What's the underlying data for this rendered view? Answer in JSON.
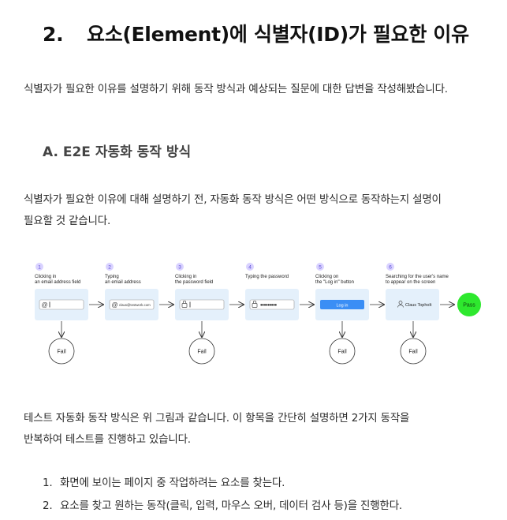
{
  "heading": {
    "number": "2.",
    "title": "요소(Element)에 식별자(ID)가 필요한 이유"
  },
  "intro": "식별자가 필요한 이유를 설명하기 위해 동작 방식과 예상되는 질문에 대한 답변을 작성해봤습니다.",
  "subheading": "A. E2E 자동화 동작 방식",
  "para2": [
    "식별자가 필요한 이유에 대해 설명하기 전, 자동화 동작 방식은 어떤 방식으로 동작하는지 설명이",
    "필요할 것 같습니다."
  ],
  "figure": {
    "steps": [
      {
        "num": "1",
        "label1": "Clicking in",
        "label2": "an email address field"
      },
      {
        "num": "2",
        "label1": "Typing",
        "label2": "an email address",
        "value": "claus@testwork.com"
      },
      {
        "num": "3",
        "label1": "Clicking in",
        "label2": "the password field"
      },
      {
        "num": "4",
        "label1": "Typing the password",
        "label2": "",
        "value": "•••••••••"
      },
      {
        "num": "5",
        "label1": "Clicking on",
        "label2": "the \"Log in\" button",
        "button": "Log in"
      },
      {
        "num": "6",
        "label1": "Searching for the user's name",
        "label2": "to appear on the screen",
        "user": "Claus Topholt"
      }
    ],
    "pass": "Pass",
    "fail": "Fail",
    "colors": {
      "accent": "#7b6cf0",
      "box": "#e4f0fb",
      "pass": "#2ee82e",
      "button": "#3a8ef5"
    }
  },
  "para3": [
    "테스트 자동화 동작 방식은 위 그림과 같습니다. 이 항목을 간단히 설명하면 2가지 동작을",
    "반복하여 테스트를 진행하고 있습니다."
  ],
  "list": [
    {
      "n": "1.",
      "text": "화면에 보이는 페이지 중 작업하려는 요소를 찾는다."
    },
    {
      "n": "2.",
      "text": "요소를 찾고 원하는 동작(클릭, 입력, 마우스 오버, 데이터 검사 등)을 진행한다."
    }
  ]
}
